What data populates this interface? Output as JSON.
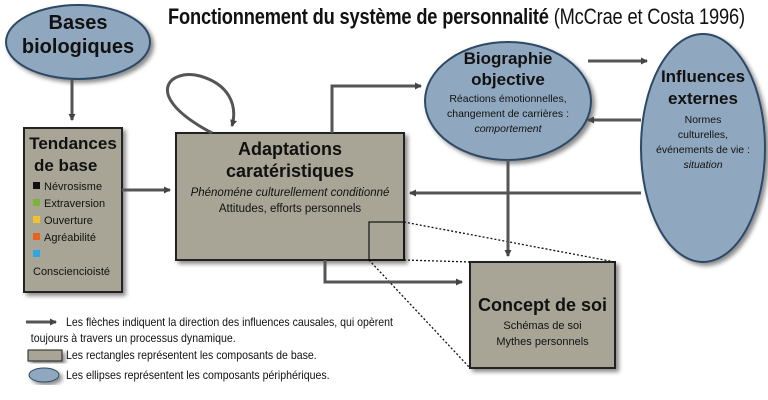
{
  "title": {
    "main": "Fonctionnement du système de personnalité",
    "ref": "(McCrae et Costa 1996)"
  },
  "bases_biologiques": {
    "line1": "Bases",
    "line2": "biologiques"
  },
  "tendances": {
    "title1": "Tendances",
    "title2": "de base",
    "traits": [
      {
        "label": "Névrosisme",
        "color": "#111111"
      },
      {
        "label": "Extraversion",
        "color": "#7db33a"
      },
      {
        "label": "Ouverture",
        "color": "#f2c12e"
      },
      {
        "label": "Agréabilité",
        "color": "#e8641e"
      },
      {
        "label": "Consciencioisté",
        "color": "#2aa8df"
      }
    ]
  },
  "adaptations": {
    "title1": "Adaptations",
    "title2": "caratéristiques",
    "sub": "Phénoméne culturellement conditionné",
    "desc": "Attitudes, efforts personnels"
  },
  "biographie": {
    "title1": "Biographie",
    "title2": "objective",
    "line1": "Réactions émotionnelles,",
    "line2": "changement de carrières :",
    "em": "comportement"
  },
  "influences": {
    "title1": "Influences",
    "title2": "externes",
    "line1": "Normes",
    "line2": "culturelles,",
    "line3": "événements de vie :",
    "em": "situation"
  },
  "concept": {
    "title": "Concept de soi",
    "line1": "Schémas de soi",
    "line2": "Mythes personnels"
  },
  "legend": {
    "arrow_line1": "Les flèches indiquent la direction des influences causales, qui opèrent",
    "arrow_line2": "toujours à travers un processus dynamique.",
    "rect": "Les rectangles représentent les composants de base.",
    "ellipse": "Les ellipses représentent les composants périphériques."
  },
  "colors": {
    "ellipse_fill": "#8fa8bf",
    "ellipse_stroke": "#2f4a66",
    "rect_fill": "#a8a596",
    "rect_stroke": "#222222",
    "arrow": "#555555"
  }
}
